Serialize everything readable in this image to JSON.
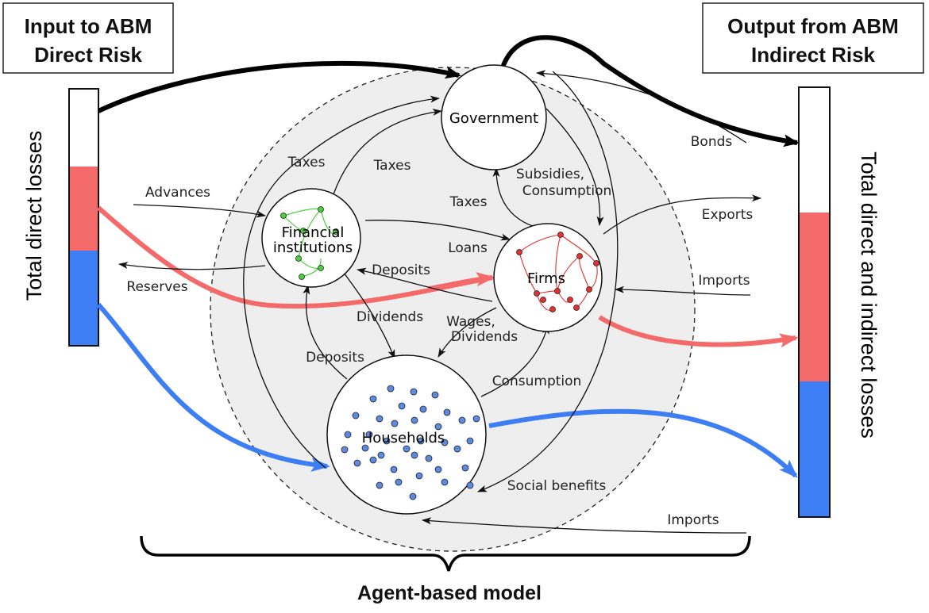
{
  "input_box": {
    "line1": "Input to ABM",
    "line2": "Direct  Risk"
  },
  "output_box": {
    "line1": "Output from ABM",
    "line2": "Indirect Risk"
  },
  "left_bar_label": "Total direct losses",
  "right_bar_label": "Total direct and indirect  losses",
  "caption": "Agent-based model",
  "nodes": {
    "government": "Government",
    "financial_line1": "Financial",
    "financial_line2": "institutions",
    "firms": "Firms",
    "households": "Households"
  },
  "flows": {
    "taxes_left": "Taxes",
    "taxes_mid": "Taxes",
    "taxes_firms": "Taxes",
    "advances": "Advances",
    "reserves": "Reserves",
    "bonds": "Bonds",
    "subsidies_line1": "Subsidies,",
    "subsidies_line2": "Consumption",
    "loans": "Loans",
    "deposits_fi": "Deposits",
    "exports": "Exports",
    "imports_firms": "Imports",
    "dividends": "Dividends",
    "wages_line1": "Wages,",
    "wages_line2": "Dividends",
    "deposits_hh": "Deposits",
    "consumption": "Consumption",
    "social_benefits": "Social benefits",
    "imports_hh": "Imports"
  },
  "colors": {
    "red": "#f46a6a",
    "blue": "#3d7ef5",
    "green": "#4ccf3c",
    "firm_red": "#e53030",
    "household_dot": "#5b8be0",
    "model_area": "#eeeeee"
  }
}
